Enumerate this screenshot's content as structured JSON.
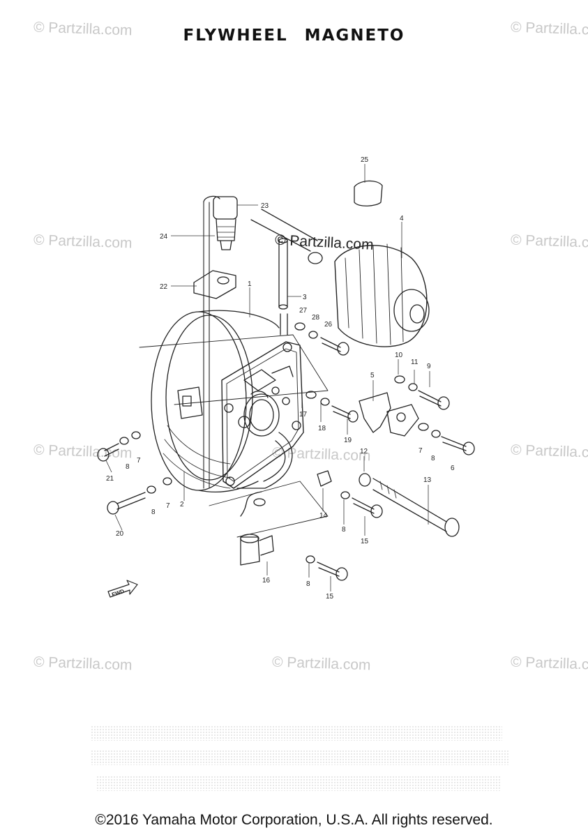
{
  "title": "FLYWHEEL  MAGNETO",
  "watermark_text": "© Partzilla.com",
  "center_watermark_text": "© Partzilla.com",
  "fwd_label": "FWD",
  "copyright": "©2016 Yamaha Motor Corporation, U.S.A. All rights reserved.",
  "colors": {
    "ink": "#222222",
    "watermark": "#c8c8c8",
    "background": "#ffffff"
  },
  "callouts": {
    "c1": "1",
    "c2": "2",
    "c3": "3",
    "c4": "4",
    "c5": "5",
    "c6": "6",
    "c7a": "7",
    "c7b": "7",
    "c7c": "7",
    "c8a": "8",
    "c8b": "8",
    "c8c": "8",
    "c8d": "8",
    "c8e": "8",
    "c9": "9",
    "c10": "10",
    "c11": "11",
    "c12": "12",
    "c13": "13",
    "c14": "14",
    "c15a": "15",
    "c15b": "15",
    "c16": "16",
    "c17": "17",
    "c18": "18",
    "c19": "19",
    "c20": "20",
    "c21": "21",
    "c22": "22",
    "c23": "23",
    "c24": "24",
    "c25": "25",
    "c26": "26",
    "c27": "27",
    "c28": "28"
  }
}
